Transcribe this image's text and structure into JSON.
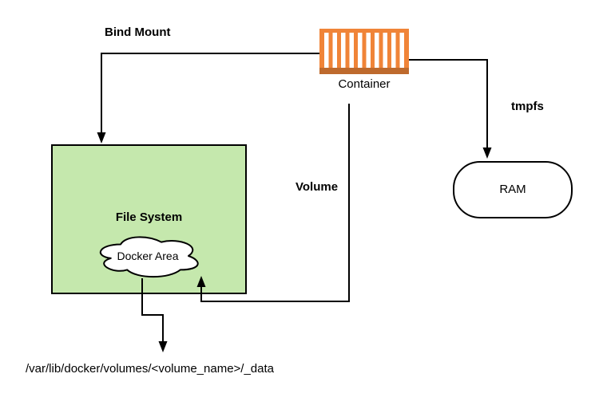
{
  "diagram": {
    "nodes": {
      "container": {
        "label": "Container"
      },
      "file_system": {
        "label": "File System"
      },
      "docker_area": {
        "label": "Docker Area"
      },
      "ram": {
        "label": "RAM"
      }
    },
    "edges": {
      "bind_mount": {
        "label": "Bind Mount"
      },
      "volume": {
        "label": "Volume"
      },
      "tmpfs": {
        "label": "tmpfs"
      }
    },
    "annotations": {
      "volume_path": "/var/lib/docker/volumes/<volume_name>/_data"
    },
    "colors": {
      "container_fill": "#F08438",
      "container_base": "#BE6A2D",
      "container_stripes": "#FFFFFF",
      "file_system_fill": "#C5E8AD",
      "shape_fill": "#FFFFFF",
      "stroke": "#000000",
      "background": "#FFFFFF"
    }
  }
}
